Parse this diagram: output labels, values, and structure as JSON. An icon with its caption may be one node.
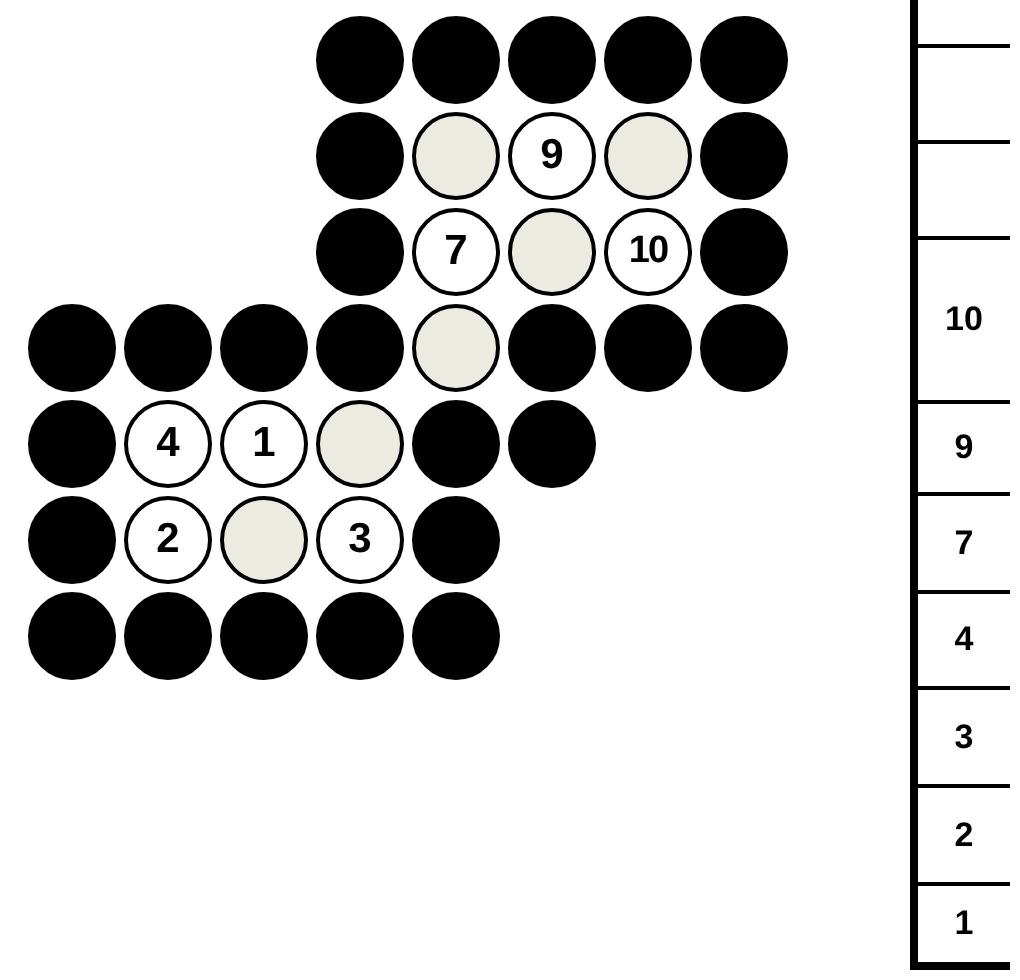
{
  "diagram": {
    "nodes": [
      {
        "text": [],
        "shape": "circle"
      },
      {
        "text": [],
        "shape": "circle"
      },
      {
        "text": [],
        "shape": "circle"
      },
      {
        "text": [],
        "shape": "circle"
      },
      {
        "text": [],
        "shape": "circle"
      },
      {
        "text": [],
        "shape": "circle"
      },
      {
        "text": [],
        "shape": "circle"
      },
      {
        "text": [
          "9"
        ]
      },
      {
        "text": [],
        "shape": "circle"
      },
      {
        "text": [],
        "shape": "circle"
      },
      {
        "text": [],
        "shape": "circle"
      },
      {
        "text": [
          "7"
        ]
      },
      {
        "text": [],
        "shape": "circle"
      },
      {
        "text": [
          "10"
        ]
      },
      {
        "text": [],
        "shape": "circle"
      },
      {
        "text": [],
        "shape": "circle"
      },
      {
        "text": [],
        "shape": "circle"
      },
      {
        "text": [],
        "shape": "circle"
      },
      {
        "text": [],
        "shape": "circle"
      },
      {
        "text": [],
        "shape": "circle"
      },
      {
        "text": [],
        "shape": "circle"
      },
      {
        "text": [],
        "shape": "circle"
      },
      {
        "text": [],
        "shape": "circle"
      },
      {
        "text": [],
        "shape": "circle"
      },
      {
        "text": [
          "4"
        ]
      },
      {
        "text": [
          "1"
        ]
      },
      {
        "text": [],
        "shape": "circle"
      },
      {
        "text": [],
        "shape": "circle"
      },
      {
        "text": [],
        "shape": "circle"
      },
      {
        "text": [],
        "shape": "circle"
      },
      {
        "text": [
          "2"
        ]
      },
      {
        "text": [],
        "shape": "circle"
      },
      {
        "text": [
          "3"
        ]
      },
      {
        "text": [],
        "shape": "circle"
      },
      {
        "text": [],
        "shape": "circle"
      },
      {
        "text": [],
        "shape": "circle"
      },
      {
        "text": [],
        "shape": "circle"
      },
      {
        "text": [],
        "shape": "circle"
      },
      {
        "text": [],
        "shape": "circle"
      }
    ],
    "labels": [
      "10",
      "9",
      "7",
      "4",
      "3",
      "2",
      "1"
    ]
  }
}
